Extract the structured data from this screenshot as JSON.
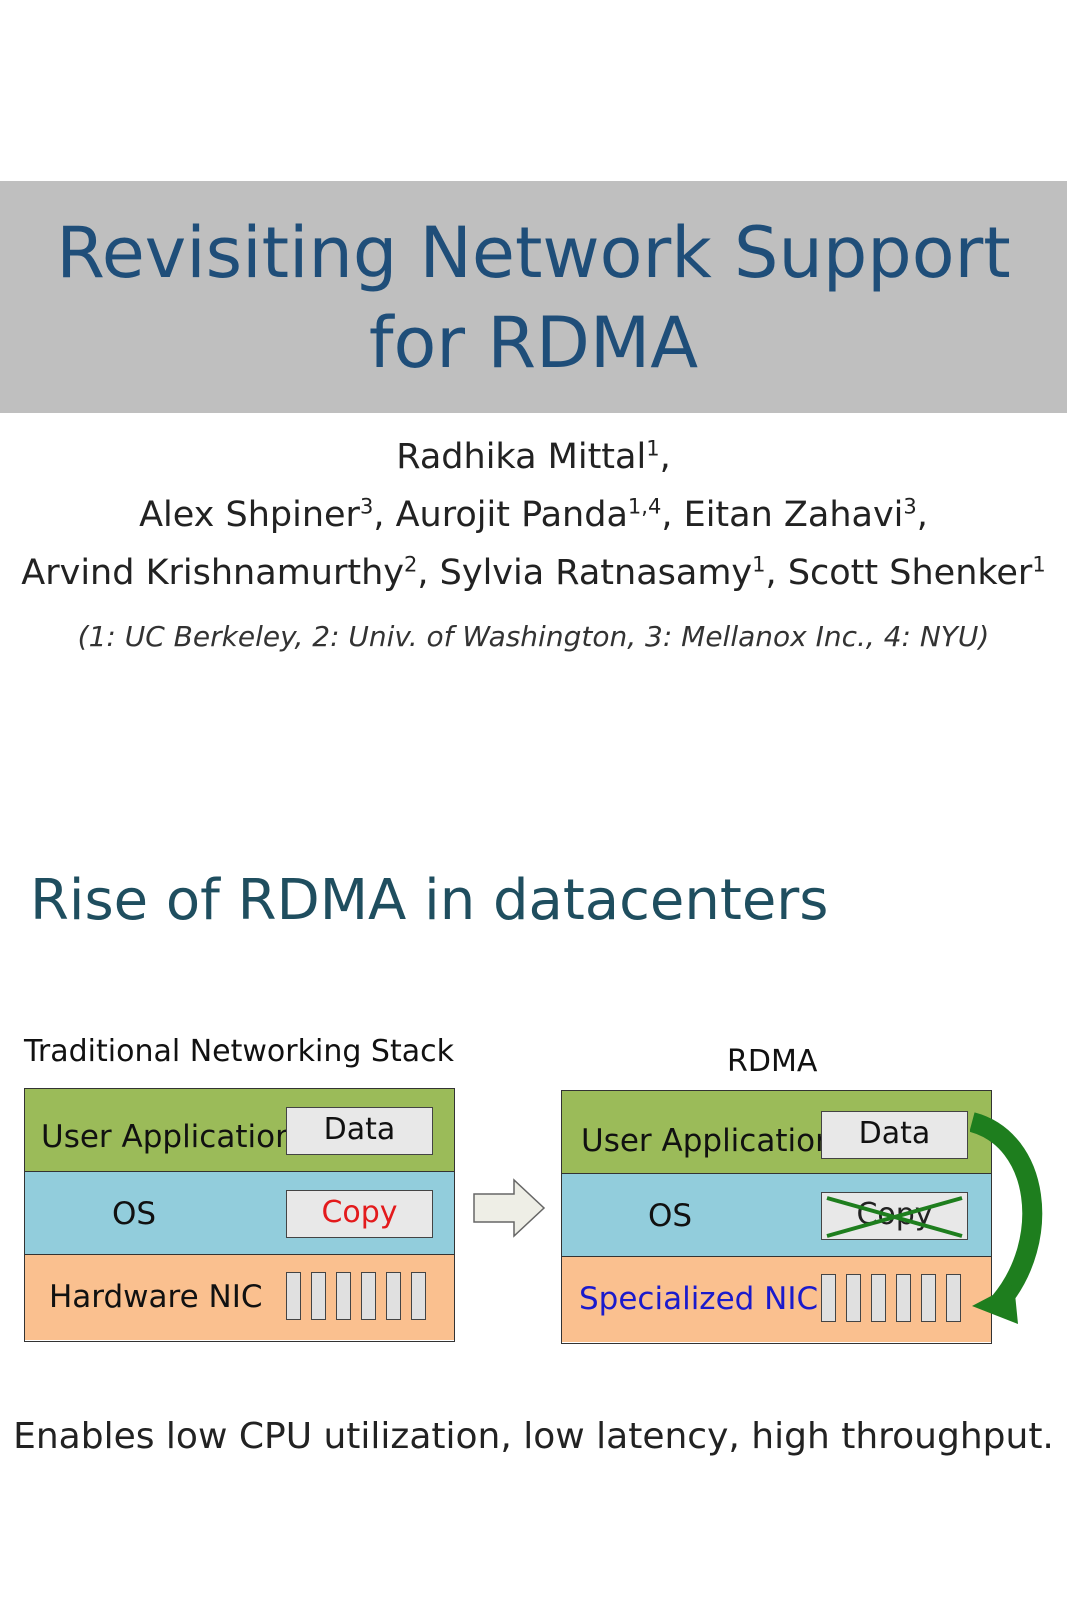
{
  "title_slide": {
    "title_line1": "Revisiting Network Support",
    "title_line2": "for RDMA",
    "authors": [
      {
        "name": "Radhika Mittal",
        "sup": "1",
        "sep": ","
      },
      {
        "name": "Alex Shpiner",
        "sup": "3",
        "sep": ","
      },
      {
        "name": "Aurojit Panda",
        "sup": "1,4",
        "sep": ","
      },
      {
        "name": "Eitan Zahavi",
        "sup": "3",
        "sep": ","
      },
      {
        "name": "Arvind Krishnamurthy",
        "sup": "2",
        "sep": ","
      },
      {
        "name": "Sylvia Ratnasamy",
        "sup": "1",
        "sep": ","
      },
      {
        "name": "Scott Shenker",
        "sup": "1",
        "sep": ""
      }
    ],
    "affiliations": "(1: UC Berkeley,  2: Univ. of Washington,  3: Mellanox Inc., 4: NYU)"
  },
  "rdma_slide": {
    "title": "Rise of RDMA in datacenters",
    "traditional": {
      "title": "Traditional Networking Stack",
      "user_app": "User Application",
      "data": "Data",
      "os": "OS",
      "copy": "Copy",
      "nic": "Hardware NIC"
    },
    "rdma": {
      "title": "RDMA",
      "user_app": "User Application",
      "data": "Data",
      "os": "OS",
      "copy": "Copy",
      "nic": "Specialized NIC"
    },
    "footer": "Enables low CPU utilization, low latency, high throughput."
  },
  "colors": {
    "title_band": "#bfbfbf",
    "title_text": "#1f4e79",
    "user_layer": "#9bbb59",
    "os_layer": "#92cddc",
    "nic_layer": "#fac08f",
    "copy_red": "#e31a1c",
    "nic_blue": "#1a1acc",
    "arrow_green": "#1e7e1e"
  }
}
